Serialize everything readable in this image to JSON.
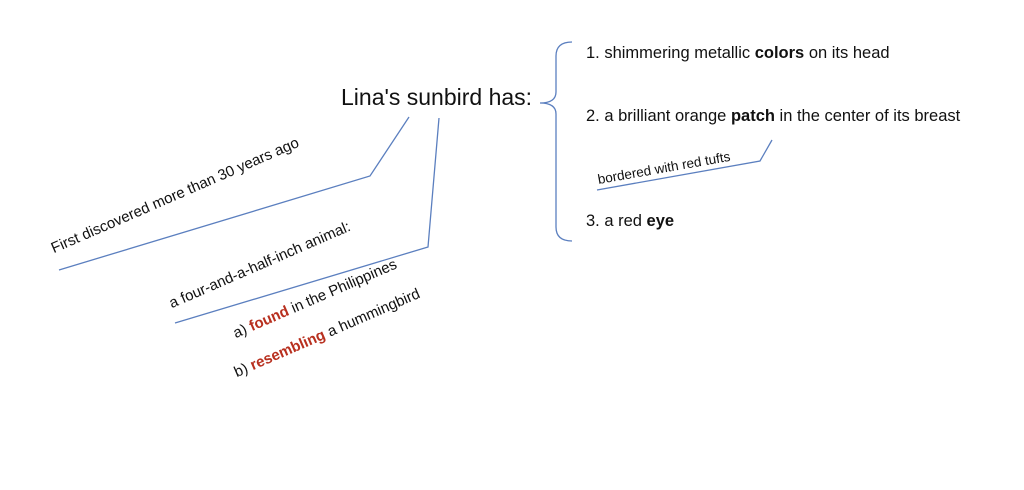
{
  "title": "Lina's sunbird has:",
  "list": [
    {
      "prefix": "1. shimmering metallic ",
      "emphasis": "colors",
      "suffix": " on its head"
    },
    {
      "prefix": "2. a brilliant orange ",
      "emphasis": "patch",
      "suffix": " in the center of its breast"
    },
    {
      "prefix": "3. a red ",
      "emphasis": "eye",
      "suffix": ""
    }
  ],
  "sub_note": "bordered with red tufts",
  "branch_discovered": "First discovered more than 30 years ago",
  "branch_animal": {
    "label": "a four-and-a-half-inch animal:",
    "a": {
      "prefix": "a) ",
      "emphasis": "found",
      "suffix": " in the Philippines"
    },
    "b": {
      "prefix": "b) ",
      "emphasis": "resembling",
      "suffix": " a hummingbird"
    }
  },
  "colors": {
    "line": "#5b7fbf",
    "emphasis_red": "#b8301f",
    "text": "#111111"
  }
}
